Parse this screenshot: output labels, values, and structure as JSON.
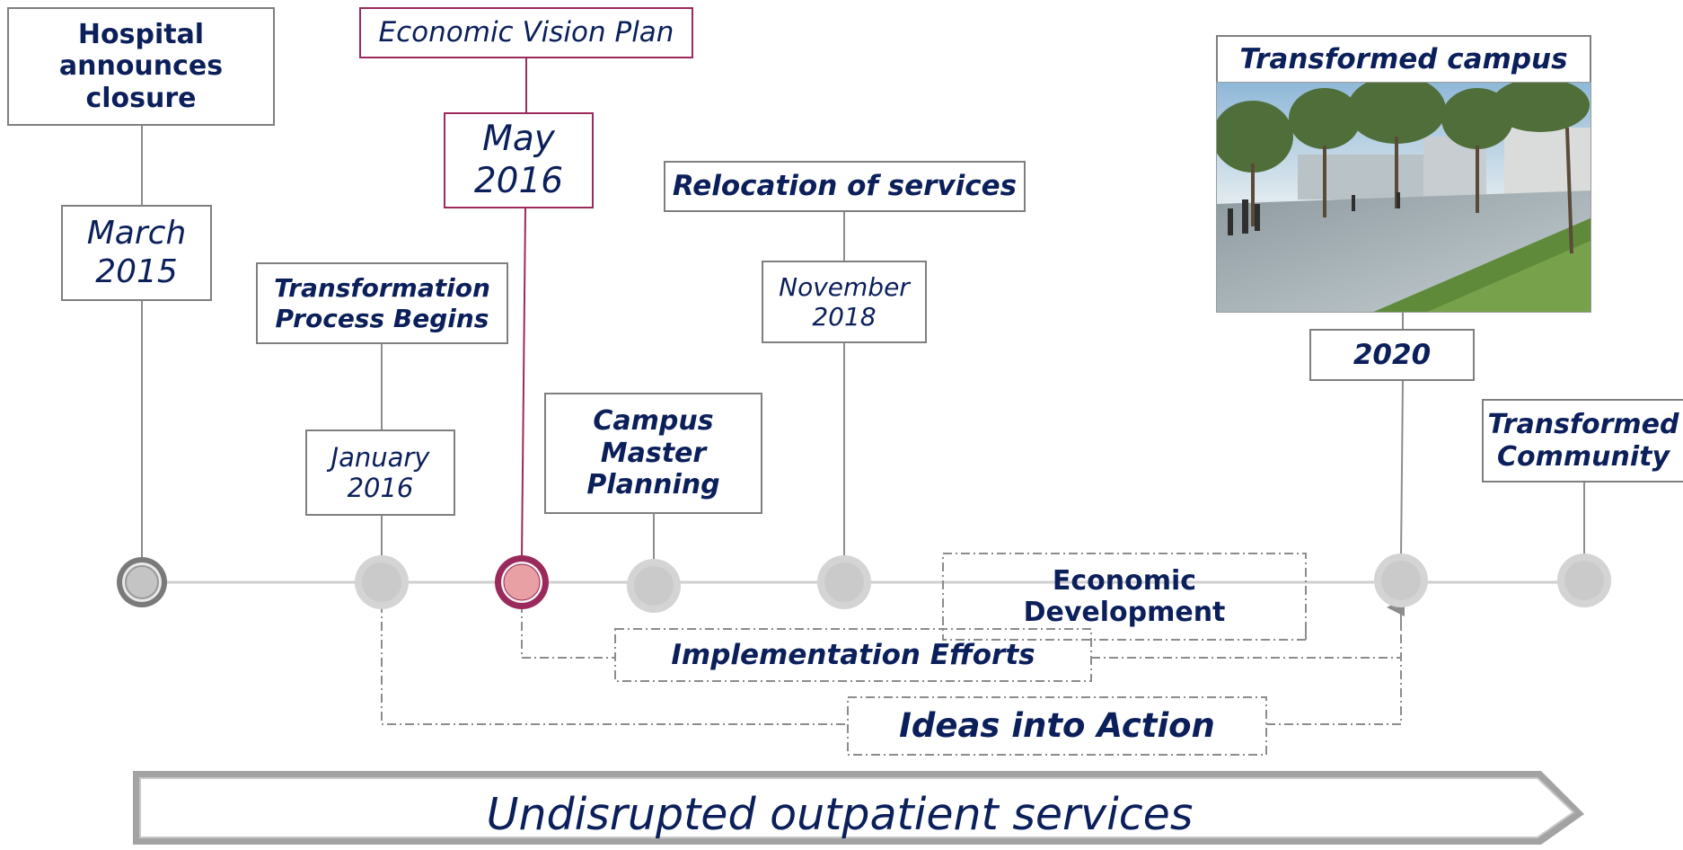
{
  "colors": {
    "text": "#0b1f5b",
    "frame": "#7f7f7f",
    "accent": "#9b2a5c",
    "highlight_node": "#e8a0a4",
    "node": "#d4d4d4",
    "line": "#cfcfcf",
    "connector": "#8c8c8c"
  },
  "events": {
    "closure_label": "Hospital\nannounces\nclosure",
    "closure_date": "March\n2015",
    "transform_label": "Transformation\nProcess  Begins",
    "transform_date": "January\n2016",
    "vision_label": "Economic Vision Plan",
    "vision_date": "May\n2016",
    "campus_planning_label": "Campus\nMaster\nPlanning",
    "relocation_label": "Relocation of services",
    "relocation_date": "November\n2018",
    "campus_label": "Transformed campus",
    "campus_date": "2020",
    "community_label": "Transformed\nCommunity"
  },
  "tracks": {
    "economic_development": "Economic\nDevelopment",
    "implementation": "Implementation Efforts",
    "ideas": "Ideas into Action"
  },
  "banner": "Undisrupted outpatient services",
  "photo": {
    "description_icon": "campus-rendering-image"
  }
}
